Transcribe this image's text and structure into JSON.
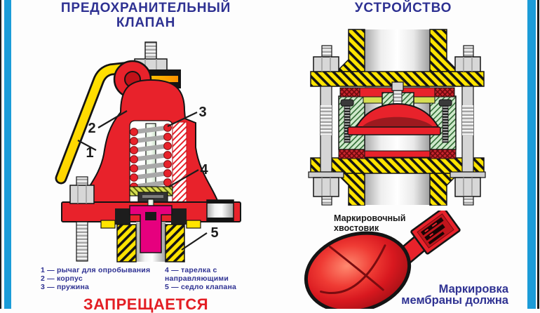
{
  "colors": {
    "title_blue": "#2e3192",
    "accent_red": "#e8222b",
    "dark_red": "#9c1a1f",
    "yellow": "#ffe400",
    "magenta": "#e6007e",
    "border_blue": "#1b9cd8",
    "forbidden_red": "#e31e24"
  },
  "left_panel": {
    "title_line1": "ПРЕДОХРАНИТЕЛЬНЫЙ",
    "title_line2": "КЛАПАН",
    "callouts": {
      "c1": "1",
      "c2": "2",
      "c3": "3",
      "c4": "4",
      "c5": "5"
    },
    "legend_col1": [
      "1 — рычаг для опробывания",
      "2 — корпус",
      "3 — пружина"
    ],
    "legend_col2": [
      "4 — тарелка с",
      "направляющими",
      "5 — седло клапана"
    ],
    "forbidden_heading": "ЗАПРЕЩАЕТСЯ"
  },
  "right_panel": {
    "title": "УСТРОЙСТВО",
    "tail_label_line1": "Маркировочный",
    "tail_label_line2": "хвостовик",
    "marking_caption_line1": "Маркировка",
    "marking_caption_line2": "мембраны должна"
  }
}
